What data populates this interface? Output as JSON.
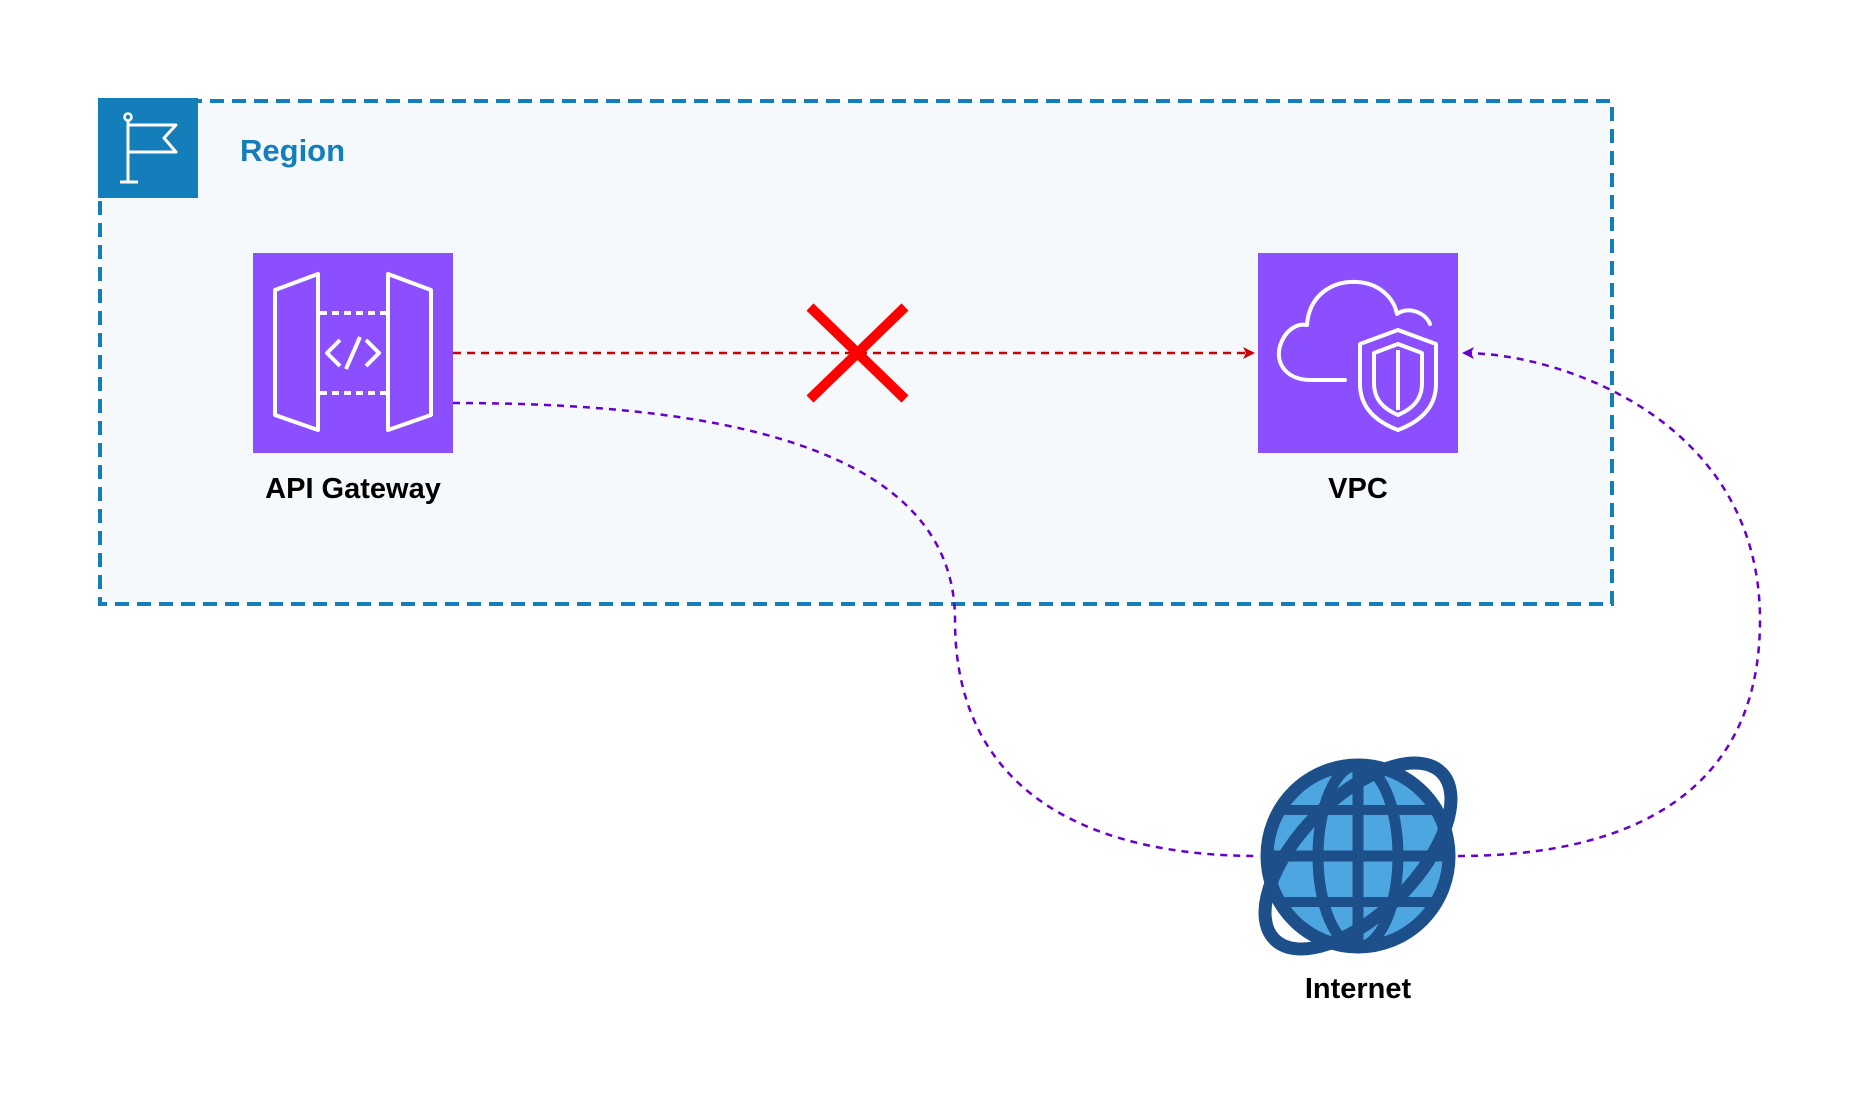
{
  "region": {
    "label": "Region",
    "icon": "flag-icon",
    "border_color": "#147EBA",
    "fill_color": "#F5F9FC"
  },
  "nodes": {
    "api_gateway": {
      "label": "API Gateway",
      "icon": "api-gateway-icon",
      "color": "#8C4FFF"
    },
    "vpc": {
      "label": "VPC",
      "icon": "vpc-cloud-shield-icon",
      "color": "#8C4FFF"
    },
    "internet": {
      "label": "Internet",
      "icon": "globe-icon",
      "color": "#1D4F8A",
      "accent": "#4EA6E0"
    }
  },
  "connections": {
    "blocked": {
      "from": "API Gateway",
      "to": "VPC",
      "color": "#CC0000",
      "marker": "x-icon",
      "marker_color": "#FF0000"
    },
    "via_internet": {
      "route": [
        "API Gateway",
        "Internet",
        "VPC"
      ],
      "color": "#6600CC"
    }
  }
}
